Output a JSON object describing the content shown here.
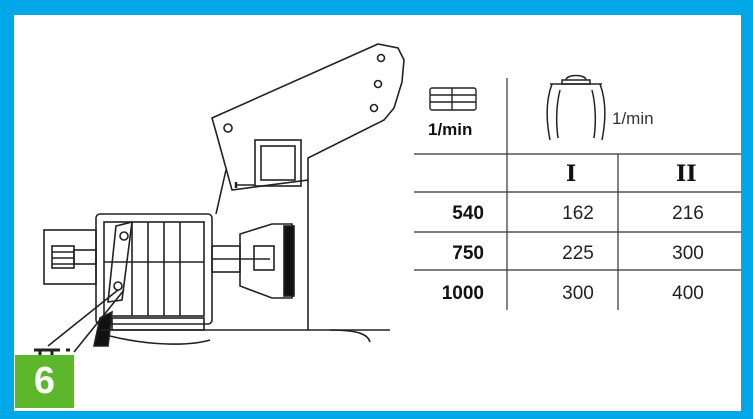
{
  "badge": {
    "number": "6",
    "color": "#5cb82a"
  },
  "frame": {
    "color": "#00a8e8"
  },
  "table": {
    "header": {
      "pto_unit": "1/min",
      "pto_icon": "pto-shaft-icon",
      "rotor_unit": "1/min",
      "rotor_icon": "rotor-tines-icon"
    },
    "columns": [
      "I",
      "II"
    ],
    "rows": [
      {
        "pto": "540",
        "i": "162",
        "ii": "216"
      },
      {
        "pto": "750",
        "i": "225",
        "ii": "300"
      },
      {
        "pto": "1000",
        "i": "300",
        "ii": "400"
      }
    ]
  },
  "illustration": {
    "icon": "gearbox-drawing-icon"
  }
}
